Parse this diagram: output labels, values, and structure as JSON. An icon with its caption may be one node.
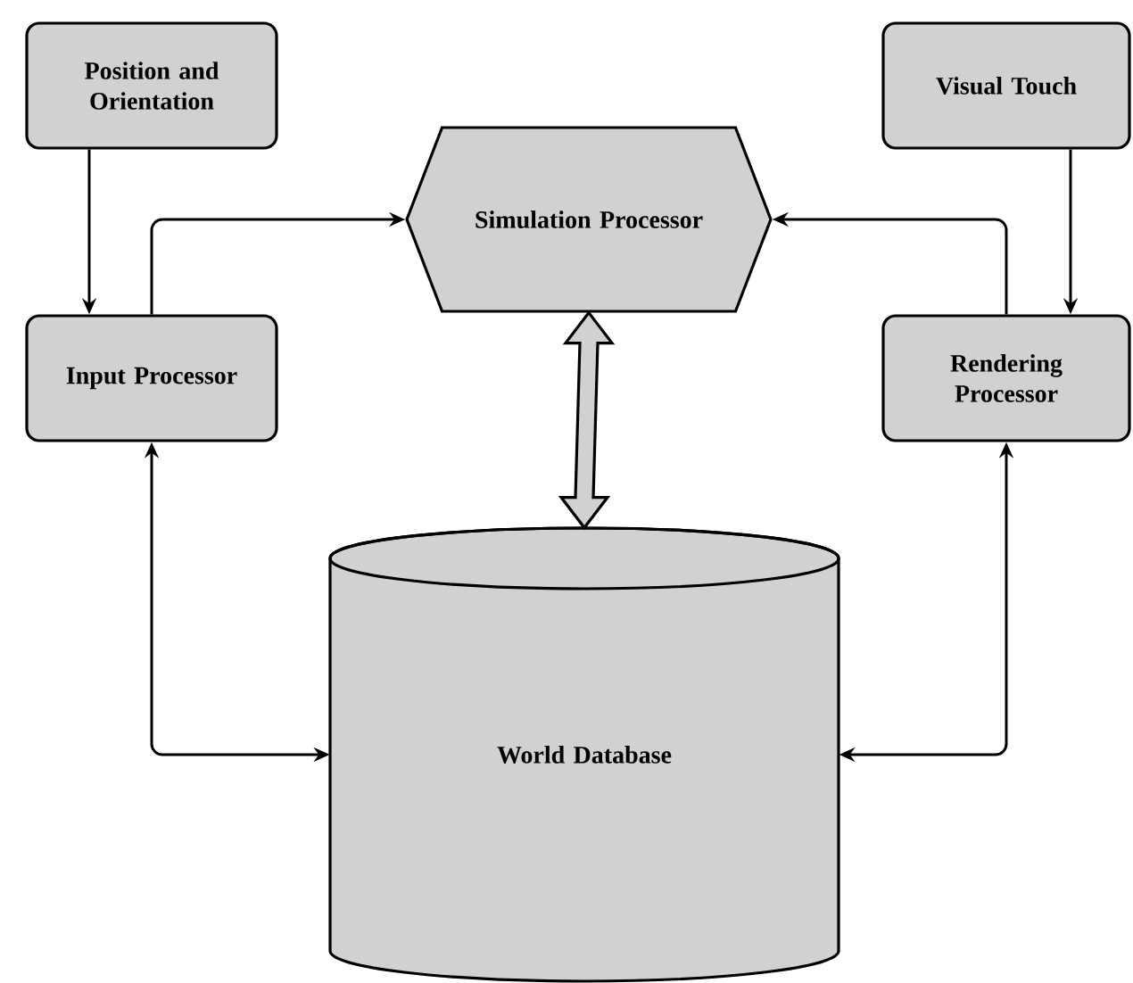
{
  "diagram": {
    "nodes": [
      {
        "text": [
          "Position and Orientation"
        ]
      },
      {
        "text": [
          "Visual Touch"
        ]
      },
      {
        "text": [
          "Simulation Processor"
        ]
      },
      {
        "text": [
          "Input Processor"
        ]
      },
      {
        "text": [
          "Rendering Processor"
        ]
      },
      {
        "text": [
          "World Database"
        ]
      }
    ],
    "edges": [
      {
        "from": 0,
        "to": 3,
        "arrow": "to"
      },
      {
        "from": 3,
        "to": 2,
        "arrow": "to"
      },
      {
        "from": 1,
        "to": 4,
        "arrow": "to"
      },
      {
        "from": 4,
        "to": 2,
        "arrow": "to"
      },
      {
        "from": 2,
        "to": 5,
        "arrow": "both",
        "style": "thick"
      },
      {
        "from": 3,
        "to": 5,
        "arrow": "both"
      },
      {
        "from": 4,
        "to": 5,
        "arrow": "both"
      }
    ]
  }
}
